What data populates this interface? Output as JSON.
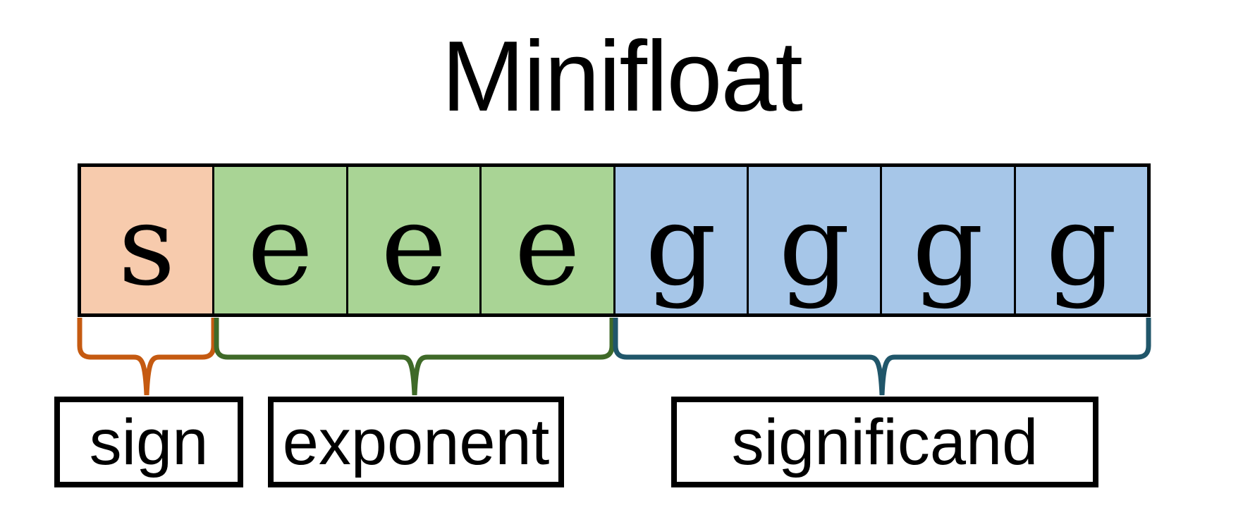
{
  "title": "Minifloat",
  "bit_row": {
    "cells": [
      {
        "label": "s",
        "field": "sign"
      },
      {
        "label": "e",
        "field": "exponent"
      },
      {
        "label": "e",
        "field": "exponent"
      },
      {
        "label": "e",
        "field": "exponent"
      },
      {
        "label": "g",
        "field": "significand"
      },
      {
        "label": "g",
        "field": "significand"
      },
      {
        "label": "g",
        "field": "significand"
      },
      {
        "label": "g",
        "field": "significand"
      }
    ]
  },
  "fields": [
    {
      "id": "sign",
      "label": "sign",
      "bits": 1,
      "cell_fill": "#F7CBAD",
      "brace_color": "#C55A11"
    },
    {
      "id": "exponent",
      "label": "exponent",
      "bits": 3,
      "cell_fill": "#A9D495",
      "brace_color": "#3F6A28"
    },
    {
      "id": "significand",
      "label": "significand",
      "bits": 4,
      "cell_fill": "#A6C6E8",
      "brace_color": "#20566A"
    }
  ],
  "colors": {
    "background": "#FFFFFF",
    "line": "#000000",
    "text": "#000000"
  }
}
